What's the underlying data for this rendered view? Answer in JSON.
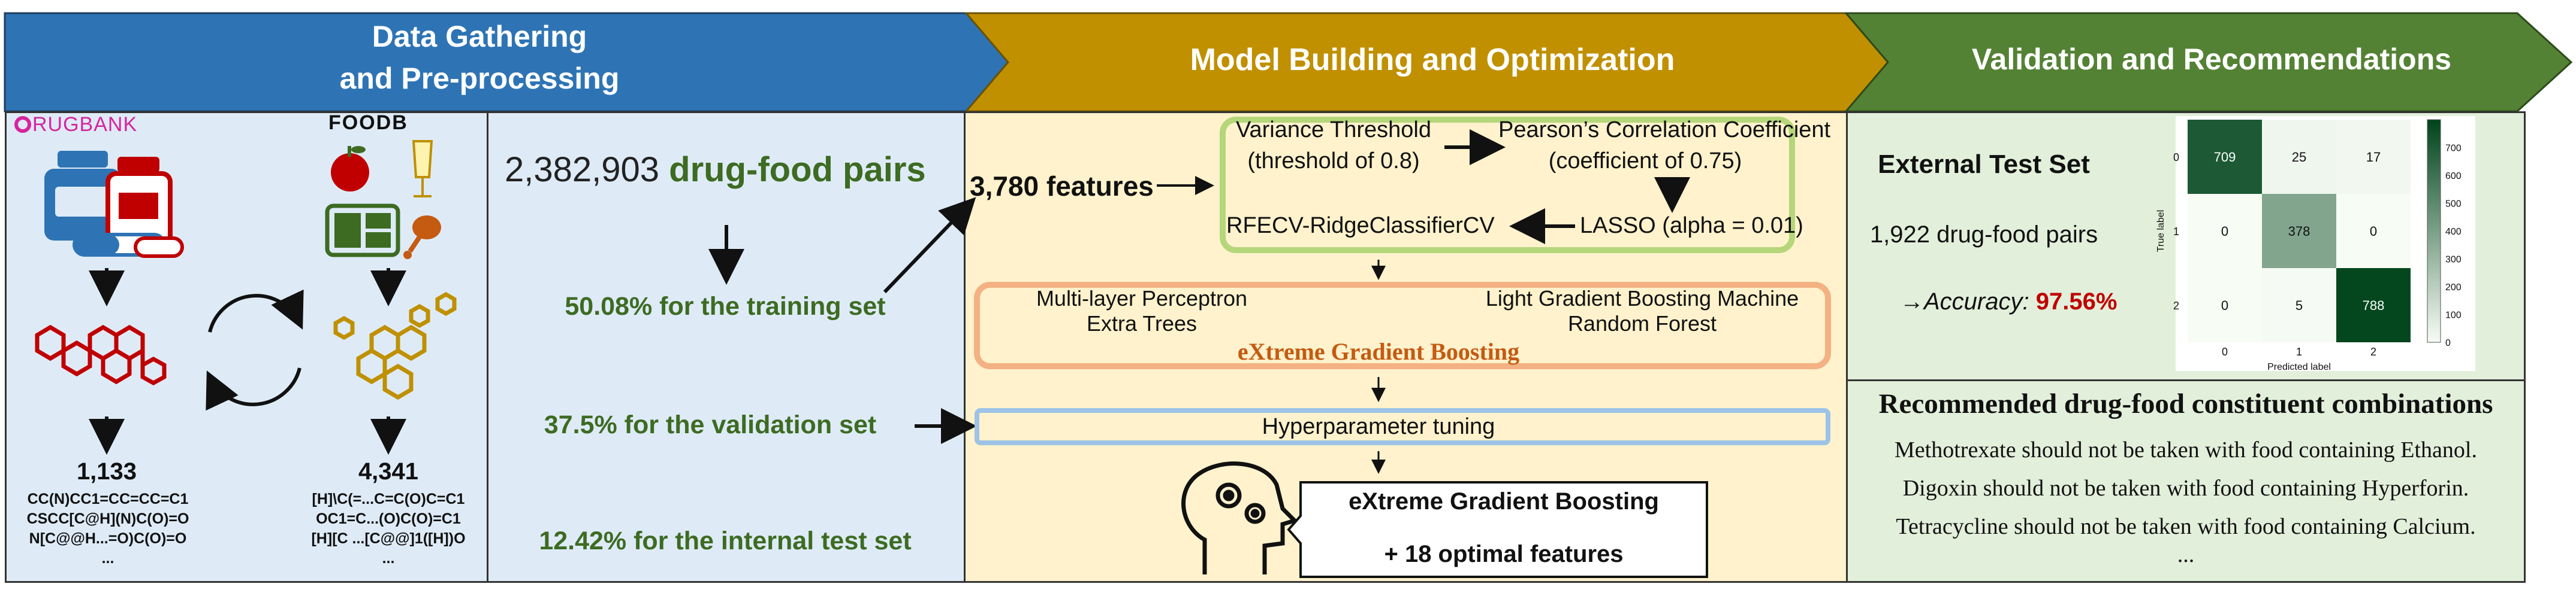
{
  "headers": {
    "data_gathering": "Data Gathering",
    "preprocessing": "and Pre-processing",
    "model_building": "Model Building and Optimization",
    "validation": "Validation and Recommendations"
  },
  "sources": {
    "drugbank_letter": "D",
    "drugbank_rest": "RUGBANK",
    "foodb": "FOODB",
    "drug_count": "1,133",
    "food_count": "4,341",
    "drug_smiles": [
      "CC(N)CC1=CC=CC=C1",
      "CSCC[C@H](N)C(O)=O",
      "N[C@@H...=O)C(O)=O",
      "..."
    ],
    "food_smiles": [
      "[H]\\C(=...C=C(O)C=C1",
      "OC1=C...(O)C(O)=C1",
      "[H][C ...[C@@]1([H])O",
      "..."
    ]
  },
  "split": {
    "pairs_number": "2,382,903",
    "pairs_label": "drug-food pairs",
    "training": "50.08% for the training set",
    "validation": "37.5% for the validation set",
    "internal_test": "12.42% for the internal test set"
  },
  "model": {
    "features": "3,780 features",
    "variance": "Variance Threshold",
    "variance_sub": "(threshold of 0.8)",
    "pearson": "Pearson’s Correlation Coefficient",
    "pearson_sub": "(coefficient of 0.75)",
    "lasso": "LASSO (alpha = 0.01)",
    "rfecv": "RFECV-RidgeClassifierCV",
    "mlp": "Multi-layer Perceptron",
    "extra_trees": "Extra Trees",
    "lgbm": "Light Gradient Boosting Machine",
    "random_forest": "Random Forest",
    "xgb": "eXtreme Gradient Boosting",
    "tuning": "Hyperparameter tuning",
    "final_model": "eXtreme Gradient Boosting",
    "final_features": "+ 18 optimal features"
  },
  "validation": {
    "external_title": "External Test Set",
    "external_pairs": "1,922 drug-food pairs",
    "accuracy_arrow": "→",
    "accuracy_label": "Accuracy:",
    "accuracy_value": "97.56%",
    "recommend_title": "Recommended drug-food constituent combinations",
    "recommendations": [
      "Methotrexate should not be taken with food containing Ethanol.",
      "Digoxin should not be taken with food containing Hyperforin.",
      "Tetracycline should not be taken with food containing Calcium.",
      "..."
    ]
  },
  "confusion_matrix": {
    "type": "heatmap",
    "row_labels": [
      "0",
      "1",
      "2"
    ],
    "col_labels": [
      "0",
      "1",
      "2"
    ],
    "values": [
      [
        709,
        25,
        17
      ],
      [
        0,
        378,
        0
      ],
      [
        0,
        5,
        788
      ]
    ],
    "xlabel": "Predicted label",
    "ylabel": "True label",
    "colorbar_ticks": [
      "0",
      "100",
      "200",
      "300",
      "400",
      "500",
      "600",
      "700"
    ],
    "colormap": [
      "#f7fcf5",
      "#00441b"
    ]
  },
  "colors": {
    "header_blue": "#2e74b5",
    "header_gold": "#c09000",
    "header_green": "#548235",
    "panel_blue": "#deebf7",
    "panel_yellow": "#fff2cc",
    "panel_green": "#e2efda",
    "drugbank_magenta": "#d6249f",
    "red_molecule": "#c00000",
    "gold_molecule": "#bf9000",
    "text_green": "#3d6b22",
    "xgb_orange": "#c55a11",
    "accuracy_red": "#c00000"
  }
}
